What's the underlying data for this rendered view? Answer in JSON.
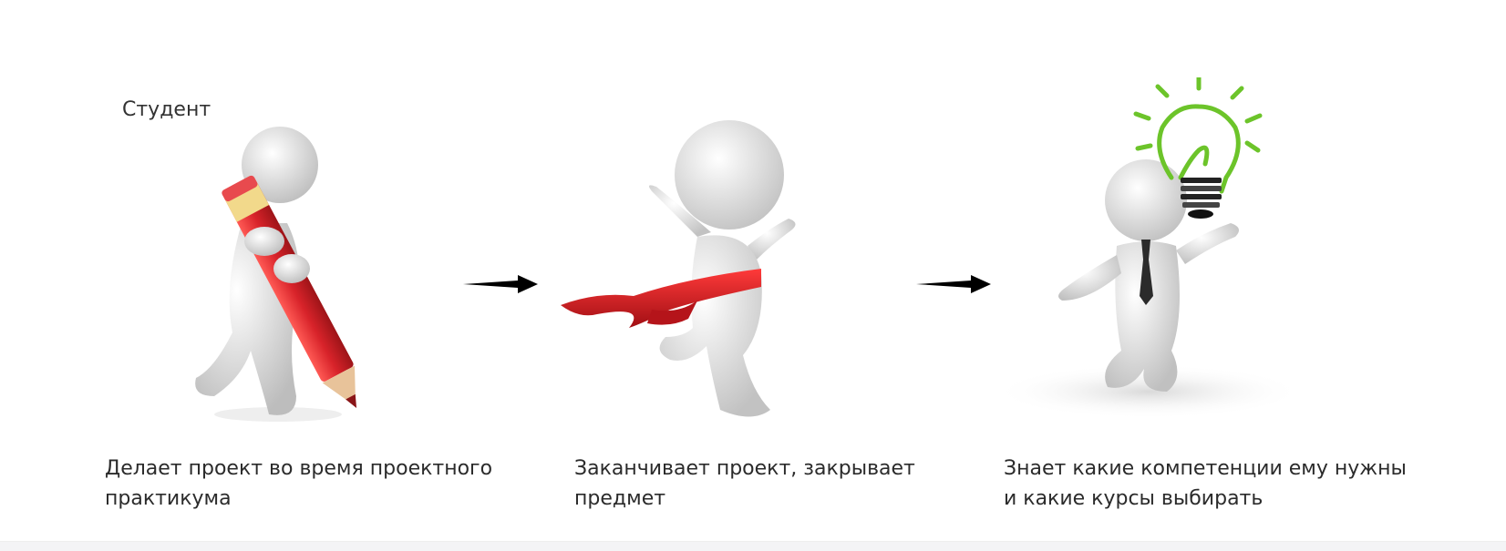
{
  "diagram": {
    "top_label": "Студент",
    "steps": [
      {
        "illustration": "figure-with-pencil",
        "caption": "Делает проект во время проектного\nпрактикума"
      },
      {
        "illustration": "figure-finishing-race",
        "caption": "Заканчивает проект, закрывает\nпредмет"
      },
      {
        "illustration": "figure-with-lightbulb",
        "caption": "Знает какие компетенции ему нужны\nи какие курсы выбирать"
      }
    ],
    "colors": {
      "pencil": "#d8232a",
      "ribbon": "#d61a1f",
      "bulb": "#6cc42a",
      "arrow": "#000000",
      "figure": "#e6e6e6"
    }
  }
}
